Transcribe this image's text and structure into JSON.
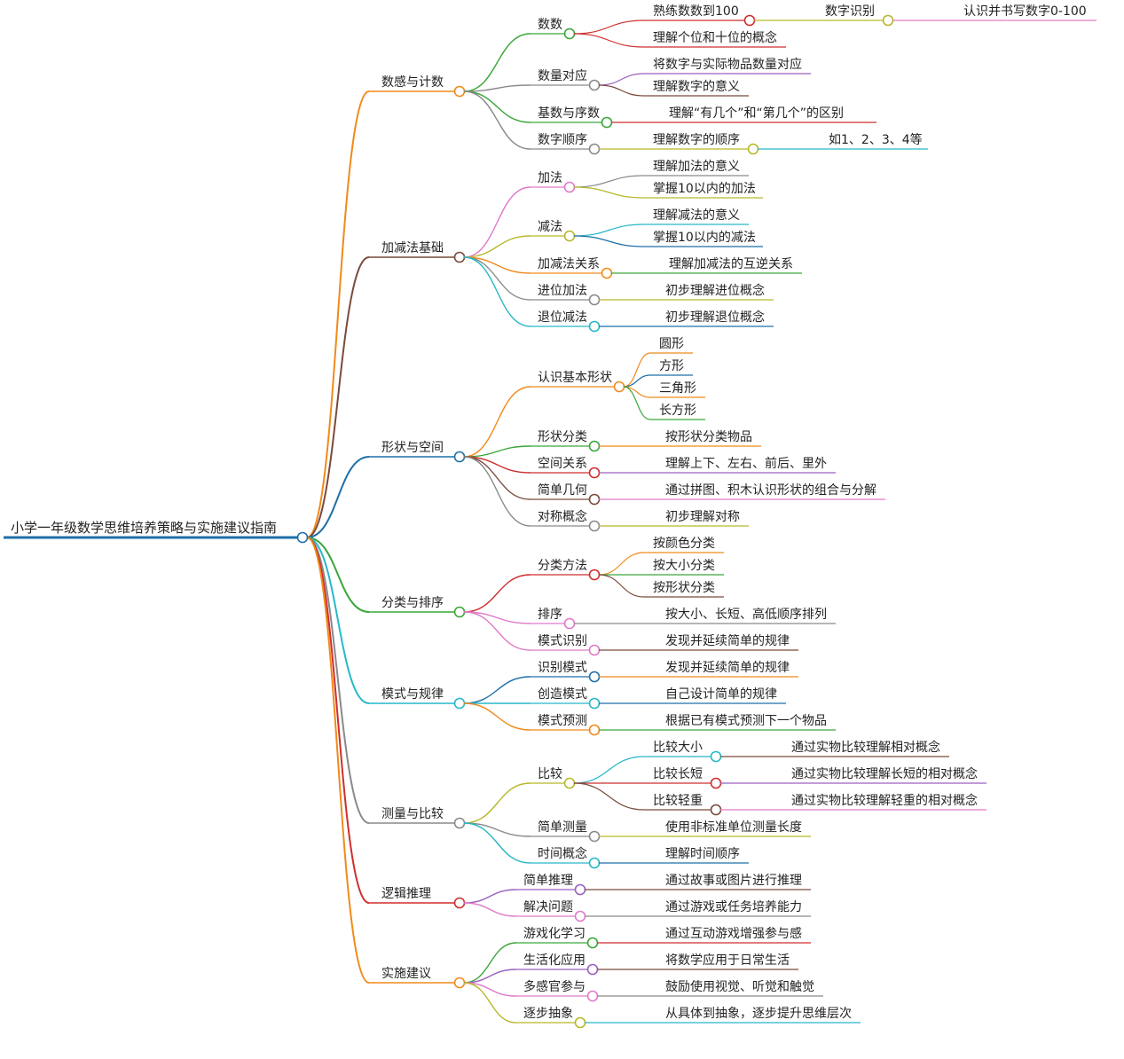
{
  "colors": {
    "orange": "#f08a1a",
    "brown": "#7a4a3c",
    "blue": "#1f6fa8",
    "green": "#3aa63a",
    "red": "#cf2e2e",
    "gray": "#8a8a8a",
    "pink": "#e07ac8",
    "olive": "#b8b82a",
    "cyan": "#26b8c8",
    "purple": "#9b5fc0",
    "darkblue": "#1f6fa8"
  },
  "mindmap": {
    "root": {
      "text": "小学一年级数学思维培养策略与实施建议指南",
      "color": "blue"
    },
    "branches": [
      {
        "text": "数感与计数",
        "color": "orange",
        "children": [
          {
            "text": "数数",
            "color": "green",
            "children": [
              {
                "text": "熟练数数到100",
                "color": "red",
                "children": [
                  {
                    "text": "数字识别",
                    "color": "olive",
                    "children": [
                      {
                        "text": "认识并书写数字0-100",
                        "color": "pink"
                      }
                    ]
                  }
                ]
              },
              {
                "text": "理解个位和十位的概念",
                "color": "red"
              }
            ]
          },
          {
            "text": "数量对应",
            "color": "gray",
            "children": [
              {
                "text": "将数字与实际物品数量对应",
                "color": "purple"
              },
              {
                "text": "理解数字的意义",
                "color": "brown"
              }
            ]
          },
          {
            "text": "基数与序数",
            "color": "green",
            "children": [
              {
                "text": "理解“有几个”和“第几个”的区别",
                "color": "red"
              }
            ]
          },
          {
            "text": "数字顺序",
            "color": "gray",
            "children": [
              {
                "text": "理解数字的顺序",
                "color": "olive",
                "children": [
                  {
                    "text": "如1、2、3、4等",
                    "color": "cyan"
                  }
                ]
              }
            ]
          }
        ]
      },
      {
        "text": "加减法基础",
        "color": "brown",
        "children": [
          {
            "text": "加法",
            "color": "pink",
            "children": [
              {
                "text": "理解加法的意义",
                "color": "gray"
              },
              {
                "text": "掌握10以内的加法",
                "color": "olive"
              }
            ]
          },
          {
            "text": "减法",
            "color": "olive",
            "children": [
              {
                "text": "理解减法的意义",
                "color": "cyan"
              },
              {
                "text": "掌握10以内的减法",
                "color": "darkblue"
              }
            ]
          },
          {
            "text": "加减法关系",
            "color": "orange",
            "children": [
              {
                "text": "理解加减法的互逆关系",
                "color": "green"
              }
            ]
          },
          {
            "text": "进位加法",
            "color": "gray",
            "children": [
              {
                "text": "初步理解进位概念",
                "color": "olive"
              }
            ]
          },
          {
            "text": "退位减法",
            "color": "cyan",
            "children": [
              {
                "text": "初步理解退位概念",
                "color": "darkblue"
              }
            ]
          }
        ]
      },
      {
        "text": "形状与空间",
        "color": "blue",
        "children": [
          {
            "text": "认识基本形状",
            "color": "orange",
            "children": [
              {
                "text": "圆形",
                "color": "orange"
              },
              {
                "text": "方形",
                "color": "darkblue"
              },
              {
                "text": "三角形",
                "color": "orange"
              },
              {
                "text": "长方形",
                "color": "green"
              }
            ]
          },
          {
            "text": "形状分类",
            "color": "green",
            "children": [
              {
                "text": "按形状分类物品",
                "color": "orange"
              }
            ]
          },
          {
            "text": "空间关系",
            "color": "red",
            "children": [
              {
                "text": "理解上下、左右、前后、里外",
                "color": "purple"
              }
            ]
          },
          {
            "text": "简单几何",
            "color": "brown",
            "children": [
              {
                "text": "通过拼图、积木认识形状的组合与分解",
                "color": "pink"
              }
            ]
          },
          {
            "text": "对称概念",
            "color": "gray",
            "children": [
              {
                "text": "初步理解对称",
                "color": "olive"
              }
            ]
          }
        ]
      },
      {
        "text": "分类与排序",
        "color": "green",
        "children": [
          {
            "text": "分类方法",
            "color": "red",
            "children": [
              {
                "text": "按颜色分类",
                "color": "orange"
              },
              {
                "text": "按大小分类",
                "color": "green"
              },
              {
                "text": "按形状分类",
                "color": "brown"
              }
            ]
          },
          {
            "text": "排序",
            "color": "pink",
            "children": [
              {
                "text": "按大小、长短、高低顺序排列",
                "color": "gray"
              }
            ]
          },
          {
            "text": "模式识别",
            "color": "pink",
            "children": [
              {
                "text": "发现并延续简单的规律",
                "color": "brown"
              }
            ]
          }
        ]
      },
      {
        "text": "模式与规律",
        "color": "cyan",
        "children": [
          {
            "text": "识别模式",
            "color": "darkblue",
            "children": [
              {
                "text": "发现并延续简单的规律",
                "color": "orange"
              }
            ]
          },
          {
            "text": "创造模式",
            "color": "cyan",
            "children": [
              {
                "text": "自己设计简单的规律",
                "color": "darkblue"
              }
            ]
          },
          {
            "text": "模式预测",
            "color": "orange",
            "children": [
              {
                "text": "根据已有模式预测下一个物品",
                "color": "green"
              }
            ]
          }
        ]
      },
      {
        "text": "测量与比较",
        "color": "gray",
        "children": [
          {
            "text": "比较",
            "color": "olive",
            "children": [
              {
                "text": "比较大小",
                "color": "cyan",
                "children": [
                  {
                    "text": "通过实物比较理解相对概念",
                    "color": "brown"
                  }
                ]
              },
              {
                "text": "比较长短",
                "color": "red",
                "children": [
                  {
                    "text": "通过实物比较理解长短的相对概念",
                    "color": "purple"
                  }
                ]
              },
              {
                "text": "比较轻重",
                "color": "brown",
                "children": [
                  {
                    "text": "通过实物比较理解轻重的相对概念",
                    "color": "pink"
                  }
                ]
              }
            ]
          },
          {
            "text": "简单测量",
            "color": "gray",
            "children": [
              {
                "text": "使用非标准单位测量长度",
                "color": "olive"
              }
            ]
          },
          {
            "text": "时间概念",
            "color": "cyan",
            "children": [
              {
                "text": "理解时间顺序",
                "color": "darkblue"
              }
            ]
          }
        ]
      },
      {
        "text": "逻辑推理",
        "color": "red",
        "children": [
          {
            "text": "简单推理",
            "color": "purple",
            "children": [
              {
                "text": "通过故事或图片进行推理",
                "color": "brown"
              }
            ]
          },
          {
            "text": "解决问题",
            "color": "pink",
            "children": [
              {
                "text": "通过游戏或任务培养能力",
                "color": "gray"
              }
            ]
          }
        ]
      },
      {
        "text": "实施建议",
        "color": "orange",
        "children": [
          {
            "text": "游戏化学习",
            "color": "green",
            "children": [
              {
                "text": "通过互动游戏增强参与感",
                "color": "red"
              }
            ]
          },
          {
            "text": "生活化应用",
            "color": "purple",
            "children": [
              {
                "text": "将数学应用于日常生活",
                "color": "brown"
              }
            ]
          },
          {
            "text": "多感官参与",
            "color": "pink",
            "children": [
              {
                "text": "鼓励使用视觉、听觉和触觉",
                "color": "gray"
              }
            ]
          },
          {
            "text": "逐步抽象",
            "color": "olive",
            "children": [
              {
                "text": "从具体到抽象，逐步提升思维层次",
                "color": "cyan"
              }
            ]
          }
        ]
      }
    ]
  }
}
